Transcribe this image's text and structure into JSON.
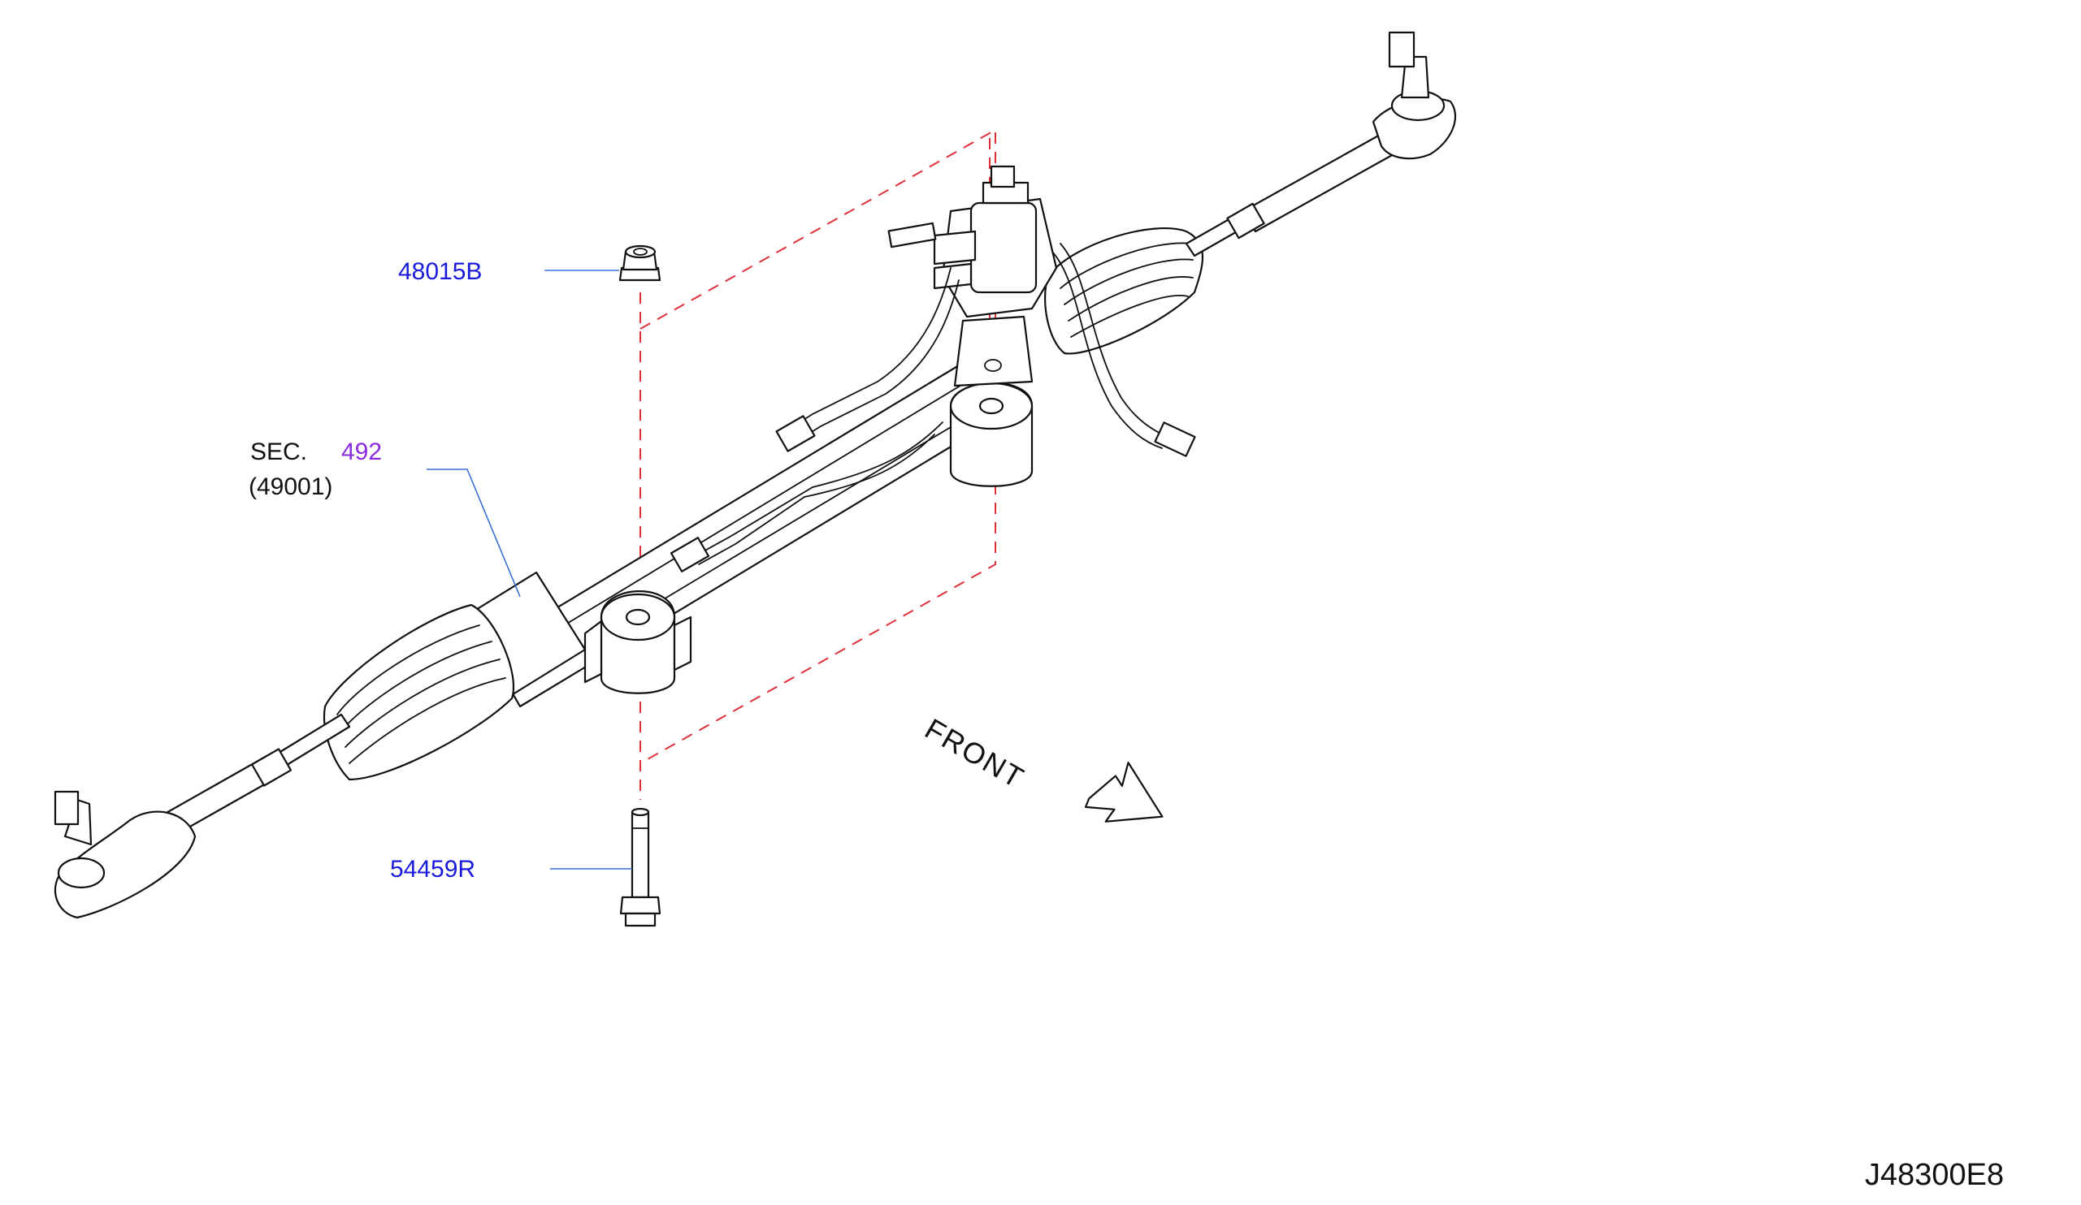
{
  "diagram": {
    "callouts": {
      "nut": "48015B",
      "bolt": "54459R"
    },
    "section_ref": {
      "prefix": "SEC.",
      "number": "492",
      "sub": "(49001)"
    },
    "direction_label": "FRONT",
    "drawing_id": "J48300E8"
  },
  "colors": {
    "callout_link": "#1a1adb",
    "section_link": "#8a2be2",
    "dashed_guide": "#e0303a",
    "leader_line": "#3b6fd6",
    "linework": "#111111"
  }
}
